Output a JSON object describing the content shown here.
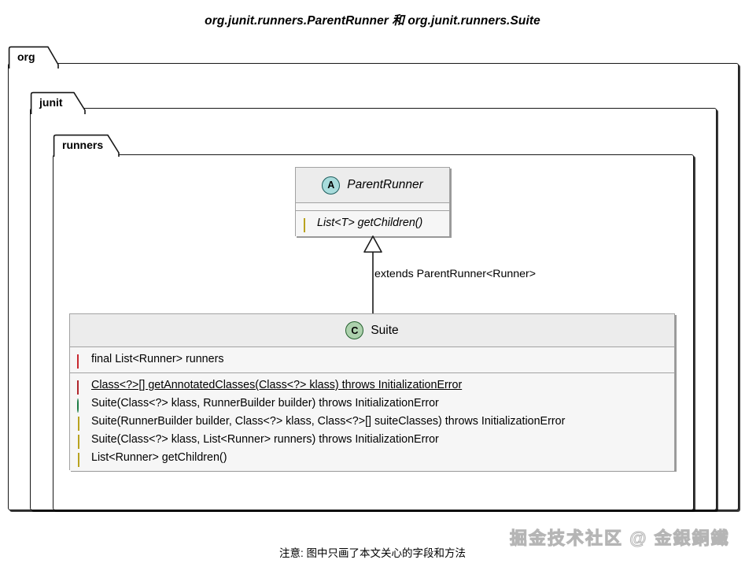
{
  "title": "org.junit.runners.ParentRunner 和 org.junit.runners.Suite",
  "packages": [
    {
      "name": "org"
    },
    {
      "name": "junit"
    },
    {
      "name": "runners"
    }
  ],
  "classes": [
    {
      "name": "ParentRunner",
      "stereotype": "A",
      "stereotype_meaning": "abstract-class",
      "is_abstract": true,
      "fields": [],
      "methods": [
        {
          "text": "List<T> getChildren()",
          "visibility": "protected",
          "marker": "diamond-gold",
          "static": false,
          "abstract": true
        }
      ]
    },
    {
      "name": "Suite",
      "stereotype": "C",
      "stereotype_meaning": "concrete-class",
      "is_abstract": false,
      "fields": [
        {
          "text": "final List<Runner> runners",
          "visibility": "private",
          "marker": "sq-hollow",
          "static": false
        }
      ],
      "methods": [
        {
          "text": "Class<?>[] getAnnotatedClasses(Class<?> klass) throws InitializationError",
          "visibility": "private",
          "marker": "sq-filled",
          "static": true
        },
        {
          "text": "Suite(Class<?> klass, RunnerBuilder builder) throws InitializationError",
          "visibility": "public",
          "marker": "dot-green",
          "static": false
        },
        {
          "text": "Suite(RunnerBuilder builder, Class<?> klass, Class<?>[] suiteClasses) throws InitializationError",
          "visibility": "protected",
          "marker": "diamond-gold",
          "static": false
        },
        {
          "text": "Suite(Class<?> klass, List<Runner> runners) throws InitializationError",
          "visibility": "protected",
          "marker": "diamond-gold",
          "static": false
        },
        {
          "text": "List<Runner> getChildren()",
          "visibility": "protected",
          "marker": "diamond-gold",
          "static": false
        }
      ]
    }
  ],
  "relations": [
    {
      "type": "generalization",
      "from": "Suite",
      "to": "ParentRunner",
      "label": "extends ParentRunner<Runner>"
    }
  ],
  "footer": {
    "note": "注意: 图中只画了本文关心的字段和方法",
    "watermark": "掘金技术社区 @ 金銀銅鐵"
  },
  "colors": {
    "frame_border": "#171717",
    "class_border": "#a2a2a2",
    "class_header_bg": "#ececec",
    "class_body_bg": "#f6f6f6",
    "badge_abstract": "#a8dcdc",
    "badge_class": "#add1ad",
    "private_marker": "#ef4a4a",
    "public_marker": "#25a05a",
    "protected_marker": "#ffe33a"
  }
}
